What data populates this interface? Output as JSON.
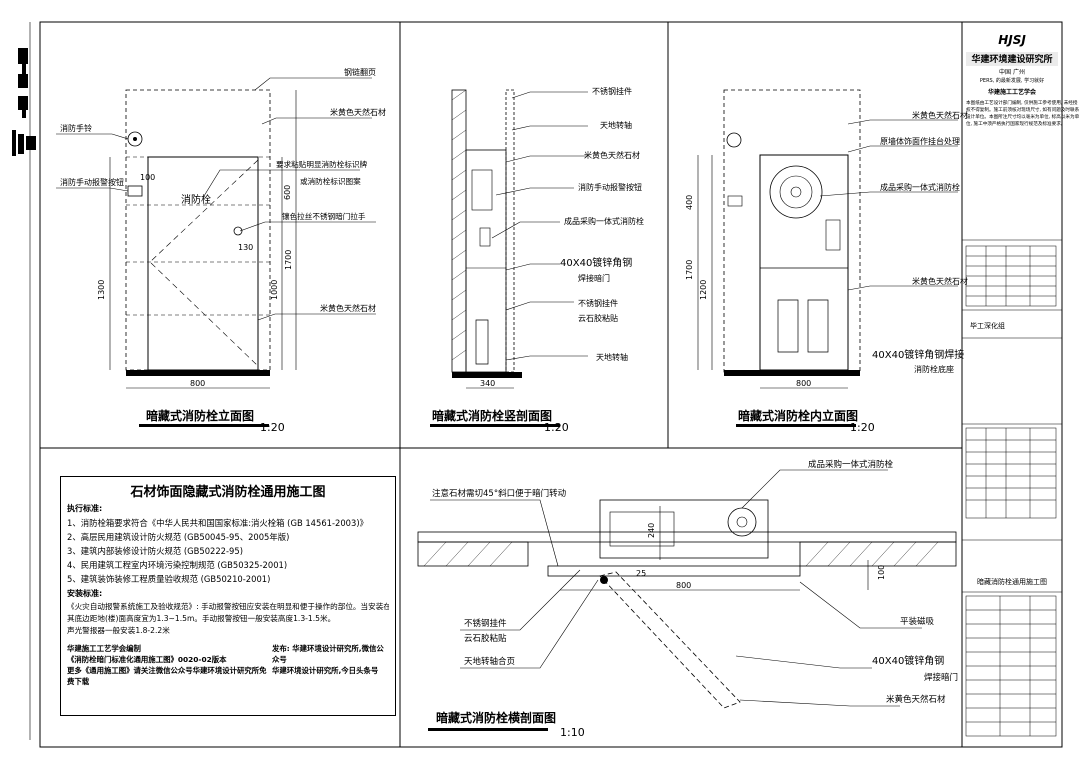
{
  "title_block": {
    "logo": "HJSJ",
    "company": "华建环境建设研究所",
    "sub1": "中国 广州",
    "sub2": "PERS, 的最新发展, 学习就好",
    "section_head": "华建施工工艺学会",
    "blurb": [
      "本图纸由工艺设计部门编制, 仅供施工参考使用, 未经授",
      "权不得复制。施工前须核对现场尺寸, 如有问题及时联系",
      "设计单位。本图所注尺寸均以毫米为单位, 标高以米为单",
      "位, 施工中须严格执行国家现行规范及标准要求。"
    ],
    "design_team": "毕工深化组",
    "drawing_name": "暗藏消防栓通用施工图"
  },
  "views": {
    "front": {
      "title": "暗藏式消防栓立面图",
      "scale": "1:20",
      "labels": {
        "l1": "钢链翻页",
        "l2": "米黄色天然石材",
        "l3": "要求粘贴明显消防栓标识牌\n或消防栓标识图案",
        "l4": "镶色拉丝不锈钢暗门拉手",
        "l5": "米黄色天然石材",
        "l6": "消防手铃",
        "l7": "消防手动报警按钮",
        "watermark": "消防栓"
      },
      "dims": {
        "d100": "100",
        "d600": "600",
        "d1700": "1700",
        "d1300": "1300",
        "d1000": "1000",
        "d130": "130",
        "d800": "800"
      }
    },
    "section": {
      "title": "暗藏式消防栓竖剖面图",
      "scale": "1:20",
      "labels": {
        "l1": "不锈钢挂件",
        "l2": "天地转轴",
        "l3": "米黄色天然石材",
        "l4": "消防手动报警按钮",
        "l5": "成品采购一体式消防栓",
        "l6": "40X40镀锌角钢",
        "l6b": "焊接暗门",
        "l7": "不锈钢挂件",
        "l7b": "云石胶粘贴",
        "l8": "天地转轴"
      },
      "dims": {
        "d340": "340"
      }
    },
    "inner": {
      "title": "暗藏式消防栓内立面图",
      "scale": "1:20",
      "labels": {
        "l1": "米黄色天然石材",
        "l2": "原墙体饰面作挂台处理",
        "l3": "成品采购一体式消防栓",
        "l4": "米黄色天然石材",
        "l5": "40X40镀锌角钢焊接",
        "l5b": "消防栓底座"
      },
      "dims": {
        "d400": "400",
        "d1700": "1700",
        "d1200": "1200",
        "d800": "800"
      }
    },
    "plan": {
      "title": "暗藏式消防栓横剖面图",
      "scale": "1:10",
      "labels": {
        "l1": "注意石材需切45°斜口便于暗门转动",
        "l2": "成品采购一体式消防栓",
        "l3": "不锈钢挂件",
        "l3b": "云石胶粘贴",
        "l4": "天地转轴合页",
        "l5": "平装磁吸",
        "l6": "40X40镀锌角钢",
        "l6b": "焊接暗门",
        "l7": "米黄色天然石材"
      },
      "dims": {
        "d240": "240",
        "d25": "25",
        "d800": "800",
        "d100": "100"
      }
    }
  },
  "notes": {
    "heading": "石材饰面隐藏式消防栓通用施工图",
    "sub": "执行标准:",
    "items": [
      "1、消防栓箱要求符合《中华人民共和国国家标准:消火栓箱 (GB 14561-2003)》",
      "2、高层民用建筑设计防火规范 (GB50045-95、2005年版)",
      "3、建筑内部装修设计防火规范 (GB50222-95)",
      "4、民用建筑工程室内环境污染控制规范 (GB50325-2001)",
      "5、建筑装饰装修工程质量验收规范 (GB50210-2001)"
    ],
    "install_head": "安装标准:",
    "install": [
      "《火灾自动报警系统施工及验收规范》: 手动报警按钮应安装在明显和便于操作的部位。当安装在墙上时,",
      "其底边距地(楼)面高度宜为1.3~1.5m。手动报警按钮一般安装高度1.3-1.5米。",
      "声光警报器一般安装1.8-2.2米"
    ],
    "left_col": [
      "华建施工工艺学会编制",
      "《消防栓暗门标准化通用施工图》0020-02版本",
      "更多《通用施工图》请关注微信公众号华建环境设计研究所免费下载"
    ],
    "right_col": [
      "发布: 华建环境设计研究所,微信公众号",
      "华建环境设计研究所,今日头条号"
    ]
  }
}
